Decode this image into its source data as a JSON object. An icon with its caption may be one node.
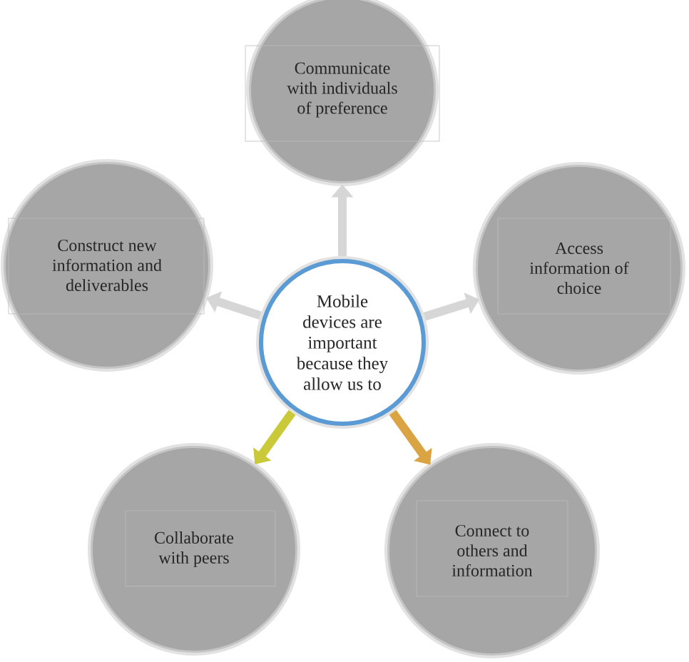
{
  "diagram": {
    "nodes": [
      {
        "text": [
          "Mobile devices are important because they allow us to"
        ]
      },
      {
        "text": [
          "Communicate with individuals of preference"
        ]
      },
      {
        "text": [
          "Access information of choice"
        ]
      },
      {
        "text": [
          "Connect to others and information"
        ]
      },
      {
        "text": [
          "Collaborate with peers"
        ]
      },
      {
        "text": [
          "Construct new information and deliverables"
        ]
      }
    ],
    "edges": [
      {
        "from": 0,
        "to": 1,
        "arrow": "to"
      },
      {
        "from": 0,
        "to": 2,
        "arrow": "to"
      },
      {
        "from": 0,
        "to": 3,
        "arrow": "to",
        "color": "#d9a441"
      },
      {
        "from": 0,
        "to": 4,
        "arrow": "to",
        "color": "#c9c93a"
      },
      {
        "from": 0,
        "to": 5,
        "arrow": "to"
      }
    ]
  }
}
